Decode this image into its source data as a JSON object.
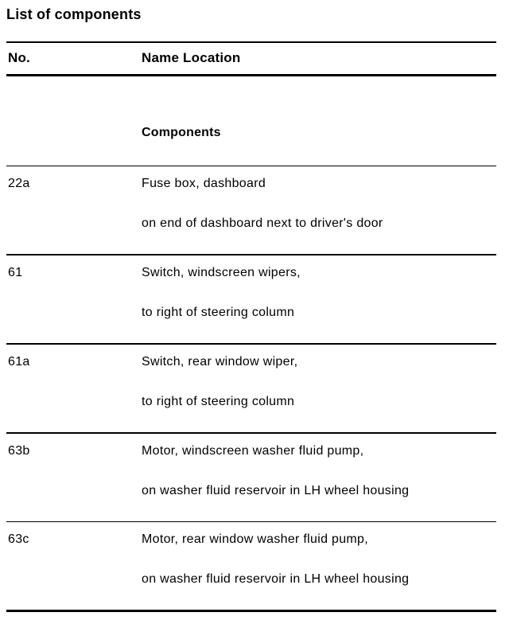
{
  "page": {
    "title": "List of components"
  },
  "table": {
    "headers": {
      "no": "No.",
      "name_location": "Name Location"
    },
    "section_header": "Components",
    "rows": [
      {
        "no": "22a",
        "name": "Fuse box, dashboard",
        "location": "on end of dashboard next to driver's door"
      },
      {
        "no": "61",
        "name": "Switch, windscreen wipers,",
        "location": "to right of steering column"
      },
      {
        "no": "61a",
        "name": "Switch, rear window wiper,",
        "location": "to right of steering column"
      },
      {
        "no": "63b",
        "name": "Motor, windscreen washer fluid pump,",
        "location": "on washer fluid reservoir in LH wheel housing"
      },
      {
        "no": "63c",
        "name": "Motor, rear window washer fluid pump,",
        "location": "on washer fluid reservoir in LH wheel housing"
      }
    ]
  },
  "colors": {
    "text": "#000000",
    "background": "#ffffff",
    "rule": "#000000"
  }
}
